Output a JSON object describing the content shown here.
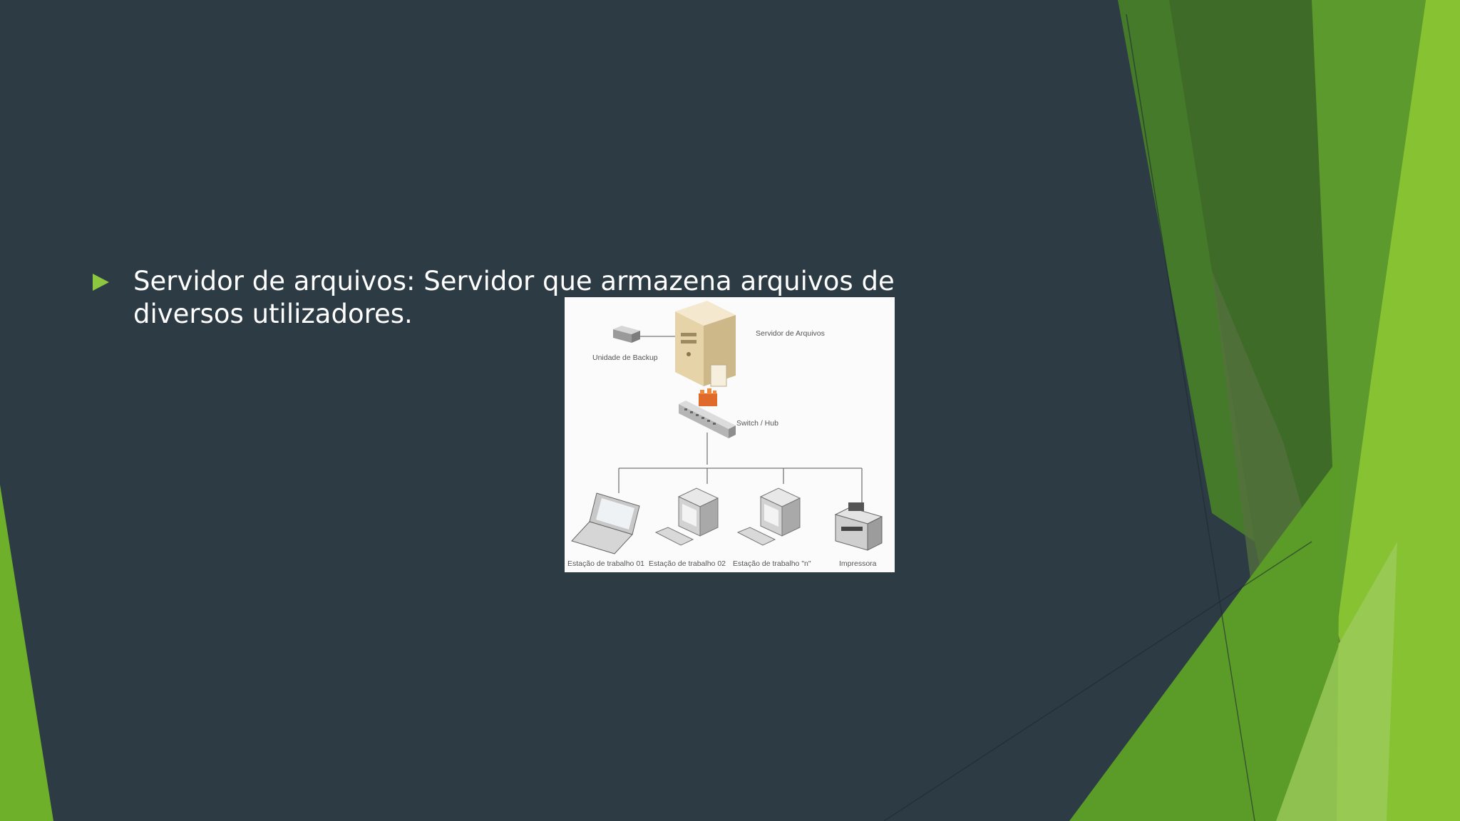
{
  "slide": {
    "bullet_text": "Servidor de arquivos: Servidor que armazena arquivos de diversos utilizadores.",
    "colors": {
      "background": "#2d3b45",
      "accent": "#8dc63f"
    }
  },
  "diagram": {
    "labels": {
      "server": "Servidor de Arquivos",
      "backup": "Unidade de Backup",
      "switch": "Switch /  Hub",
      "ws1": "Estação de trabalho 01",
      "ws2": "Estação de trabalho 02",
      "wsn": "Estação de trabalho \"n\"",
      "printer": "Impressora"
    }
  }
}
